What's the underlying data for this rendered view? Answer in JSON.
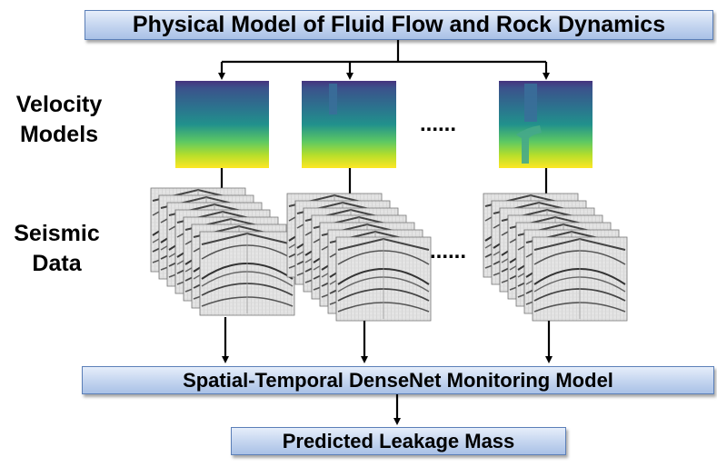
{
  "title_box": {
    "text": "Physical Model of Fluid Flow and Rock Dynamics"
  },
  "row_labels": {
    "velocity": "Velocity\nModels",
    "seismic": "Seismic\nData"
  },
  "ellipsis": "......",
  "monitoring_box": {
    "text": "Spatial-Temporal DenseNet Monitoring Model"
  },
  "output_box": {
    "text": "Predicted Leakage Mass"
  },
  "colors": {
    "box_border": "#5b7fb8",
    "viridis_top": "#3b4a8c",
    "viridis_mid": "#2fa88a",
    "viridis_bottom": "#fde725",
    "arrow": "#000000"
  },
  "icons": [
    "velocity-model-image",
    "seismic-data-stack"
  ]
}
